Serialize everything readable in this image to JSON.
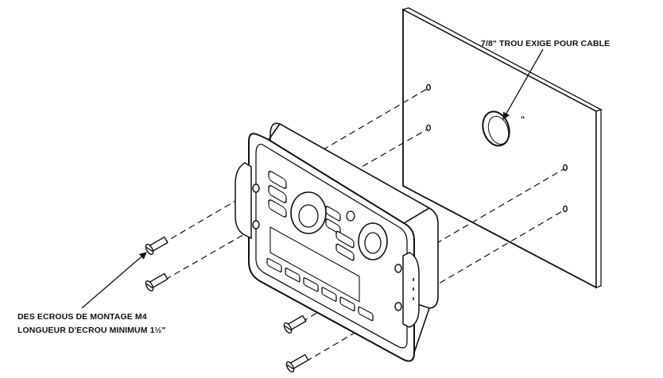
{
  "labels": {
    "cable_hole": "7/8\" TROU EXIGE POUR CABLE",
    "mounting_screws_line1": "DES ECROUS DE MONTAGE M4",
    "mounting_screws_line2": "LONGUEUR D'ECROU MINIMUM 1½\"",
    "inch_mark": "\""
  },
  "colors": {
    "line": "#111111",
    "background": "#ffffff"
  }
}
